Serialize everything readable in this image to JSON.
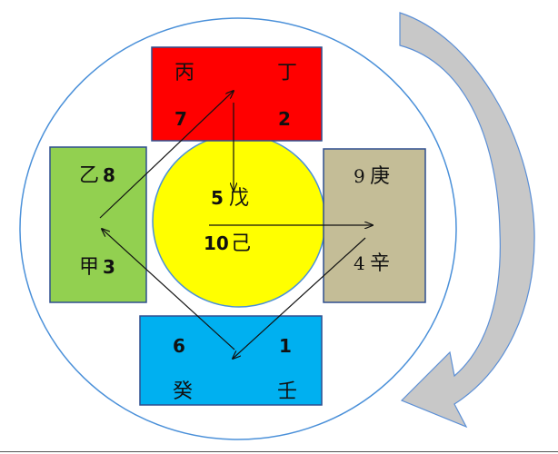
{
  "colors": {
    "ring": "#4a90d9",
    "top": "#ff0000",
    "left": "#92d050",
    "right": "#c4bd97",
    "bottom": "#00b0f0",
    "center": "#ffff00",
    "rotation_arrow": "#c8c8c8"
  },
  "top_box": {
    "left_char": "丙",
    "right_char": "丁",
    "left_num": "7",
    "right_num": "2"
  },
  "left_box": {
    "top_char": "乙",
    "top_num": "8",
    "bottom_char": "甲",
    "bottom_num": "3"
  },
  "right_box": {
    "top_num": "9",
    "top_char": "庚",
    "bottom_num": "4",
    "bottom_char": "辛"
  },
  "bottom_box": {
    "left_num": "6",
    "right_num": "1",
    "left_char": "癸",
    "right_char": "壬"
  },
  "center": {
    "top_num": "5",
    "top_char": "戊",
    "bottom_num": "10",
    "bottom_char": "己"
  }
}
